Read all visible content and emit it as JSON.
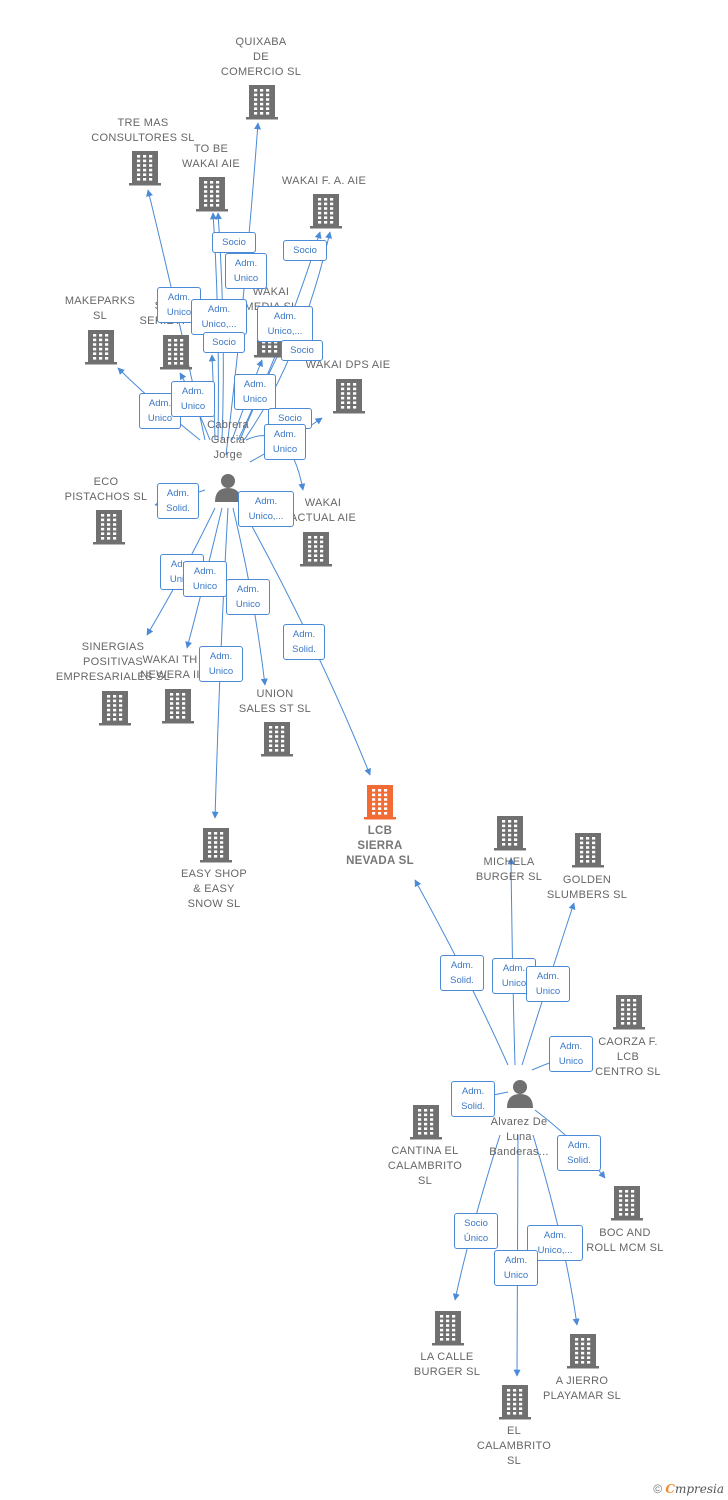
{
  "colors": {
    "edge": "#4a8ad6",
    "building": "#707070",
    "building_highlight": "#f26b35",
    "person": "#707070"
  },
  "nodes": [
    {
      "id": "cabrera",
      "type": "person",
      "label": "Cabrera\nGarcia\nJorge"
    },
    {
      "id": "alvarez",
      "type": "person",
      "label": "Alvarez De\nLuna\nBanderas..."
    },
    {
      "id": "lcb",
      "type": "company-highlight",
      "label": "LCB\nSIERRA\nNEVADA  SL"
    },
    {
      "id": "quixaba",
      "type": "company",
      "label": "QUIXABA\nDE\nCOMERCIO SL"
    },
    {
      "id": "tremas",
      "type": "company",
      "label": "TRE MAS\nCONSULTORES SL"
    },
    {
      "id": "tobe",
      "type": "company",
      "label": "TO BE\nWAKAI AIE"
    },
    {
      "id": "wakaif",
      "type": "company",
      "label": "WAKAI F.  A. AIE"
    },
    {
      "id": "makeparks",
      "type": "company",
      "label": "MAKEPARKS\nSL"
    },
    {
      "id": "stserie",
      "type": "company",
      "label": "ST\nSERIE A"
    },
    {
      "id": "wakaimedia",
      "type": "company",
      "label": "WAKAI\nMEDIA  SL"
    },
    {
      "id": "wakaidps",
      "type": "company",
      "label": "WAKAI DPS AIE"
    },
    {
      "id": "eco",
      "type": "company",
      "label": "ECO\nPISTACHOS  SL"
    },
    {
      "id": "wakaiactual",
      "type": "company",
      "label": "WAKAI\nACTUAL AIE"
    },
    {
      "id": "sinergias",
      "type": "company",
      "label": "SINERGIAS\nPOSITIVAS\nEMPRESARIALES SL"
    },
    {
      "id": "wakaith",
      "type": "company",
      "label": "WAKAI TH\nNEWERA II"
    },
    {
      "id": "union",
      "type": "company",
      "label": "UNION\nSALES ST SL"
    },
    {
      "id": "easyshop",
      "type": "company",
      "label": "EASY SHOP\n& EASY\nSNOW SL"
    },
    {
      "id": "michela",
      "type": "company",
      "label": "MICHELA\nBURGER  SL"
    },
    {
      "id": "golden",
      "type": "company",
      "label": "GOLDEN\nSLUMBERS SL"
    },
    {
      "id": "caorza",
      "type": "company",
      "label": "CAORZA F.\nLCB\nCENTRO  SL"
    },
    {
      "id": "cantina",
      "type": "company",
      "label": "CANTINA EL\nCALAMBRITO\nSL"
    },
    {
      "id": "boc",
      "type": "company",
      "label": "BOC AND\nROLL MCM  SL"
    },
    {
      "id": "lacalle",
      "type": "company",
      "label": "LA CALLE\nBURGER  SL"
    },
    {
      "id": "ajierro",
      "type": "company",
      "label": "A JIERRO\nPLAYAMAR  SL"
    },
    {
      "id": "elcalambrito",
      "type": "company",
      "label": "EL\nCALAMBRITO\nSL"
    }
  ],
  "edges": [
    {
      "from": "cabrera",
      "to": "quixaba",
      "label": "Socio"
    },
    {
      "from": "cabrera",
      "to": "tremas",
      "label": "Adm.\nUnico"
    },
    {
      "from": "cabrera",
      "to": "tobe",
      "label": "Adm.\nUnico"
    },
    {
      "from": "cabrera",
      "to": "tobe",
      "label": "Adm.\nUnico,..."
    },
    {
      "from": "cabrera",
      "to": "wakaif",
      "label": "Socio"
    },
    {
      "from": "cabrera",
      "to": "wakaif",
      "label": "Adm.\nUnico,..."
    },
    {
      "from": "cabrera",
      "to": "makeparks",
      "label": "Adm.\nUnico"
    },
    {
      "from": "cabrera",
      "to": "stserie",
      "label": "Adm.\nUnico"
    },
    {
      "from": "cabrera",
      "to": "stserie",
      "label": "Socio"
    },
    {
      "from": "cabrera",
      "to": "wakaimedia",
      "label": "Adm.\nUnico"
    },
    {
      "from": "cabrera",
      "to": "wakaimedia",
      "label": "Socio"
    },
    {
      "from": "cabrera",
      "to": "wakaidps",
      "label": "Socio"
    },
    {
      "from": "cabrera",
      "to": "wakaidps",
      "label": "Adm.\nUnico"
    },
    {
      "from": "cabrera",
      "to": "eco",
      "label": "Adm.\nSolid."
    },
    {
      "from": "cabrera",
      "to": "wakaiactual",
      "label": "Adm.\nUnico,..."
    },
    {
      "from": "cabrera",
      "to": "sinergias",
      "label": "Adm.\nUnico"
    },
    {
      "from": "cabrera",
      "to": "wakaith",
      "label": "Adm.\nUnico"
    },
    {
      "from": "cabrera",
      "to": "union",
      "label": "Adm.\nUnico"
    },
    {
      "from": "cabrera",
      "to": "easyshop",
      "label": "Adm.\nUnico"
    },
    {
      "from": "cabrera",
      "to": "lcb",
      "label": "Adm.\nSolid."
    },
    {
      "from": "alvarez",
      "to": "lcb",
      "label": "Adm.\nSolid."
    },
    {
      "from": "alvarez",
      "to": "michela",
      "label": "Adm.\nUnico"
    },
    {
      "from": "alvarez",
      "to": "golden",
      "label": "Adm.\nUnico"
    },
    {
      "from": "alvarez",
      "to": "caorza",
      "label": "Adm.\nUnico"
    },
    {
      "from": "alvarez",
      "to": "cantina",
      "label": "Adm.\nSolid."
    },
    {
      "from": "alvarez",
      "to": "boc",
      "label": "Adm.\nSolid."
    },
    {
      "from": "alvarez",
      "to": "lacalle",
      "label": "Socio\nÚnico"
    },
    {
      "from": "alvarez",
      "to": "ajierro",
      "label": "Adm.\nUnico,..."
    },
    {
      "from": "alvarez",
      "to": "elcalambrito",
      "label": "Adm.\nUnico"
    }
  ],
  "footer": {
    "copyright": "©",
    "brand_initial": "C",
    "brand_rest": "mpresia"
  }
}
